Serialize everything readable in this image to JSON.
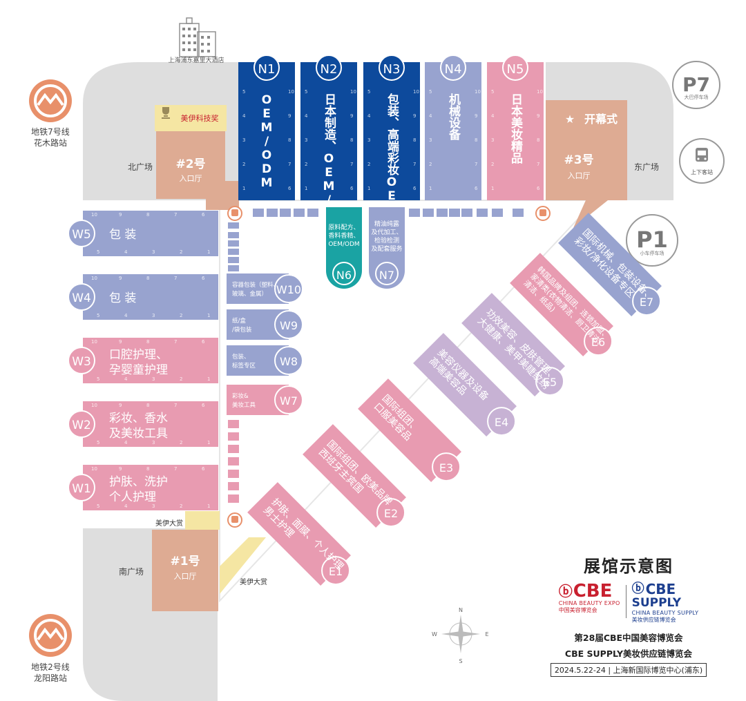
{
  "title": "展馆示意图",
  "expo": {
    "cbe_logo": "CBE",
    "cbe_en": "CHINA BEAUTY EXPO",
    "cbe_cn": "中国美容博览会",
    "supply_logo_1": "CBE",
    "supply_logo_2": "SUPPLY",
    "supply_en": "CHINA BEAUTY SUPPLY",
    "supply_cn": "美妆供应链博览会",
    "line1": "第28届CBE中国美容博览会",
    "line2": "CBE SUPPLY美妆供应链博览会",
    "dates_venue": "2024.5.22-24 | 上海新国际博览中心(浦东)"
  },
  "landmarks": {
    "hotel": "上海浦东嘉里大酒店",
    "metro7_1": "地铁7号线",
    "metro7_2": "花木路站",
    "metro2_1": "地铁2号线",
    "metro2_2": "龙阳路站",
    "p7": "P7",
    "p7_sub": "大巴停车场",
    "p1": "P1",
    "p1_sub": "小车停车场",
    "shuttle": "上下客站",
    "north_plaza": "北广场",
    "east_plaza": "东广场",
    "south_plaza": "南广场",
    "award_tech": "美伊科技奖",
    "award_1": "美伊大赏",
    "award_2": "美伊大赏",
    "opening": "开幕式"
  },
  "entrances": {
    "e1_num": "#1号",
    "e1_sub": "入口厅",
    "e2_num": "#2号",
    "e2_sub": "入口厅",
    "e3_num": "#3号",
    "e3_sub": "入口厅"
  },
  "north_halls": [
    {
      "id": "N1",
      "label": "OEM/ODM",
      "color": "#0d4a9c"
    },
    {
      "id": "N2",
      "label": "日本制造、OEM/ODM",
      "color": "#0d4a9c"
    },
    {
      "id": "N3",
      "label": "包装、高端彩妆OEM",
      "color": "#0d4a9c"
    },
    {
      "id": "N4",
      "label": "机械设备",
      "color": "#98a3cf"
    },
    {
      "id": "N5",
      "label": "日本美妆精品",
      "color": "#e89bb1"
    }
  ],
  "west_halls": [
    {
      "id": "W5",
      "label1": "包 装",
      "label2": ""
    },
    {
      "id": "W4",
      "label1": "包 装",
      "label2": ""
    },
    {
      "id": "W3",
      "label1": "口腔护理、",
      "label2": "孕婴童护理"
    },
    {
      "id": "W2",
      "label1": "彩妆、香水",
      "label2": "及美妆工具"
    },
    {
      "id": "W1",
      "label1": "护肤、洗护",
      "label2": "个人护理"
    }
  ],
  "inner_halls": [
    {
      "id": "W10",
      "label1": "容器包装（塑料、",
      "label2": "玻璃、金属）"
    },
    {
      "id": "W9",
      "label1": "纸/盒",
      "label2": "/袋包装"
    },
    {
      "id": "W8",
      "label1": "包装、",
      "label2": "标签专区"
    },
    {
      "id": "W7",
      "label1": "彩妆&",
      "label2": "美妆工具"
    }
  ],
  "center_halls": [
    {
      "id": "N6",
      "l1": "原料配方、",
      "l2": "香料香精、",
      "l3": "OEM/ODM"
    },
    {
      "id": "N7",
      "l1": "精油纯露",
      "l2": "及代加工、",
      "l3": "检验检测",
      "l4": "及配套服务"
    }
  ],
  "east_halls": [
    {
      "id": "E7",
      "l1": "国际机械、包装设备、",
      "l2": "彩妆/净化设备专区"
    },
    {
      "id": "E6",
      "l1": "韩国品牌及组团、连锁加盟、",
      "l2": "家清类(衣物清洁、厨卫清洁、",
      "l3": "清洁、纸品)"
    },
    {
      "id": "E5",
      "l1": "功效美容、皮肤管理、",
      "l2": "大健康、美甲美睫纹绣"
    },
    {
      "id": "E4",
      "l1": "美容仪器及设备",
      "l2": "高端美容品"
    },
    {
      "id": "E3",
      "l1": "国际组团、",
      "l2": "口服美容品"
    },
    {
      "id": "E2",
      "l1": "国际组团、欧美品牌",
      "l2": "西班牙主宾国"
    },
    {
      "id": "E1",
      "l1": "护肤、面膜、个人护理",
      "l2": "男士护理"
    }
  ],
  "compass": {
    "n": "N",
    "s": "S",
    "e": "E",
    "w": "W"
  },
  "colors": {
    "north_dark": "#0d4a9c",
    "lavender": "#98a3cf",
    "pink": "#e89bb1",
    "light_purple": "#c7b2d4",
    "teal": "#1aa3a3",
    "entrance": "#deab93",
    "yellow": "#f5e6a3",
    "ground": "#dedede"
  }
}
